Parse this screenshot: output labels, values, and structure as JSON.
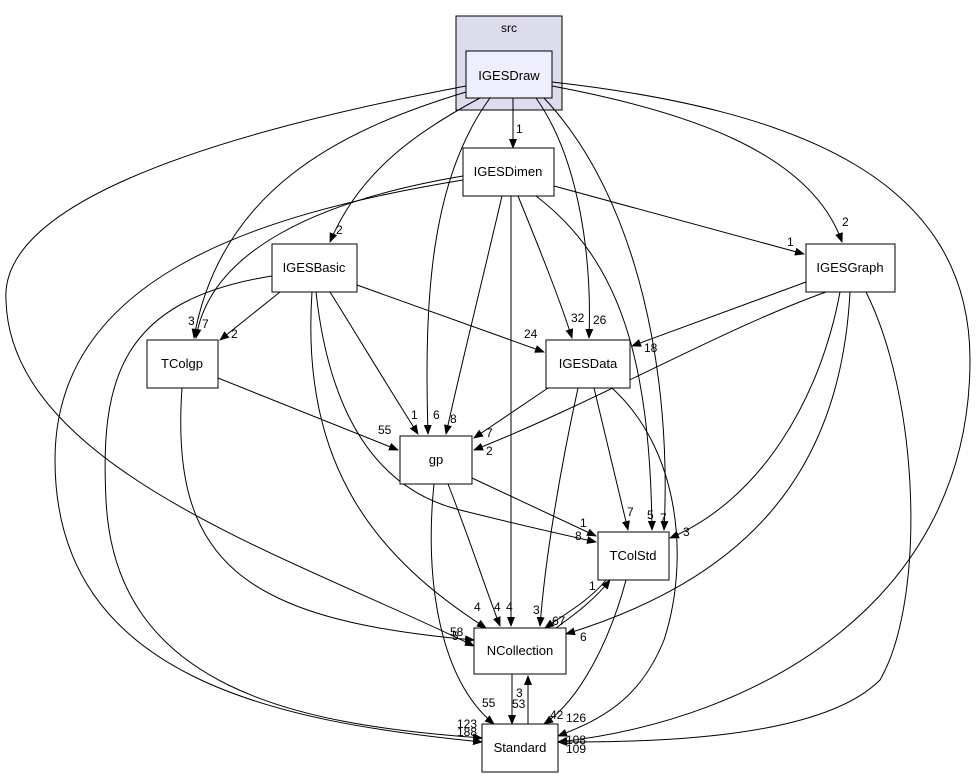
{
  "cluster": {
    "label": "src"
  },
  "nodes": {
    "igesdraw": "IGESDraw",
    "igesdimen": "IGESDimen",
    "igesbasic": "IGESBasic",
    "igesgraph": "IGESGraph",
    "tcolgp": "TColgp",
    "igesdata": "IGESData",
    "gp": "gp",
    "tcolstd": "TColStd",
    "ncollection": "NCollection",
    "standard": "Standard"
  },
  "edges": [
    {
      "from": "IGESDraw",
      "to": "IGESDimen",
      "label": "1"
    },
    {
      "from": "IGESDraw",
      "to": "IGESBasic",
      "label": "2"
    },
    {
      "from": "IGESDraw",
      "to": "IGESGraph",
      "label": "2"
    },
    {
      "from": "IGESDraw",
      "to": "TColgp",
      "label": "3"
    },
    {
      "from": "IGESDraw",
      "to": "IGESData",
      "label": "26"
    },
    {
      "from": "IGESDraw",
      "to": "gp",
      "label": "6"
    },
    {
      "from": "IGESDraw",
      "to": "TColStd",
      "label": "7"
    },
    {
      "from": "IGESDraw",
      "to": "NCollection",
      "label": "5"
    },
    {
      "from": "IGESDraw",
      "to": "Standard",
      "label": "109"
    },
    {
      "from": "IGESDimen",
      "to": "IGESGraph",
      "label": "1"
    },
    {
      "from": "IGESDimen",
      "to": "TColgp",
      "label": "7"
    },
    {
      "from": "IGESDimen",
      "to": "IGESData",
      "label": "32"
    },
    {
      "from": "IGESDimen",
      "to": "gp",
      "label": "8"
    },
    {
      "from": "IGESDimen",
      "to": "TColStd",
      "label": "5"
    },
    {
      "from": "IGESDimen",
      "to": "NCollection",
      "label": "4"
    },
    {
      "from": "IGESDimen",
      "to": "Standard",
      "label": "123"
    },
    {
      "from": "IGESBasic",
      "to": "TColgp",
      "label": "2"
    },
    {
      "from": "IGESBasic",
      "to": "IGESData",
      "label": "24"
    },
    {
      "from": "IGESBasic",
      "to": "gp",
      "label": "1"
    },
    {
      "from": "IGESBasic",
      "to": "TColStd",
      "label": "8"
    },
    {
      "from": "IGESBasic",
      "to": "NCollection",
      "label": "4"
    },
    {
      "from": "IGESBasic",
      "to": "Standard",
      "label": "188"
    },
    {
      "from": "IGESGraph",
      "to": "IGESData",
      "label": "18"
    },
    {
      "from": "IGESGraph",
      "to": "gp",
      "label": "2"
    },
    {
      "from": "IGESGraph",
      "to": "TColStd",
      "label": "3"
    },
    {
      "from": "IGESGraph",
      "to": "NCollection",
      "label": "6"
    },
    {
      "from": "IGESGraph",
      "to": "Standard",
      "label": "108"
    },
    {
      "from": "TColgp",
      "to": "gp",
      "label": "55"
    },
    {
      "from": "TColgp",
      "to": "NCollection",
      "label": "58"
    },
    {
      "from": "IGESData",
      "to": "gp",
      "label": "7"
    },
    {
      "from": "IGESData",
      "to": "TColStd",
      "label": "7"
    },
    {
      "from": "IGESData",
      "to": "NCollection",
      "label": "3"
    },
    {
      "from": "IGESData",
      "to": "Standard",
      "label": "126"
    },
    {
      "from": "gp",
      "to": "TColStd",
      "label": "1"
    },
    {
      "from": "gp",
      "to": "NCollection",
      "label": "4"
    },
    {
      "from": "gp",
      "to": "Standard",
      "label": "55"
    },
    {
      "from": "TColStd",
      "to": "NCollection",
      "label": "67"
    },
    {
      "from": "TColStd",
      "to": "Standard",
      "label": "42"
    },
    {
      "from": "NCollection",
      "to": "TColStd",
      "label": "1"
    },
    {
      "from": "NCollection",
      "to": "Standard",
      "label": "53"
    },
    {
      "from": "Standard",
      "to": "NCollection",
      "label": "3"
    }
  ]
}
